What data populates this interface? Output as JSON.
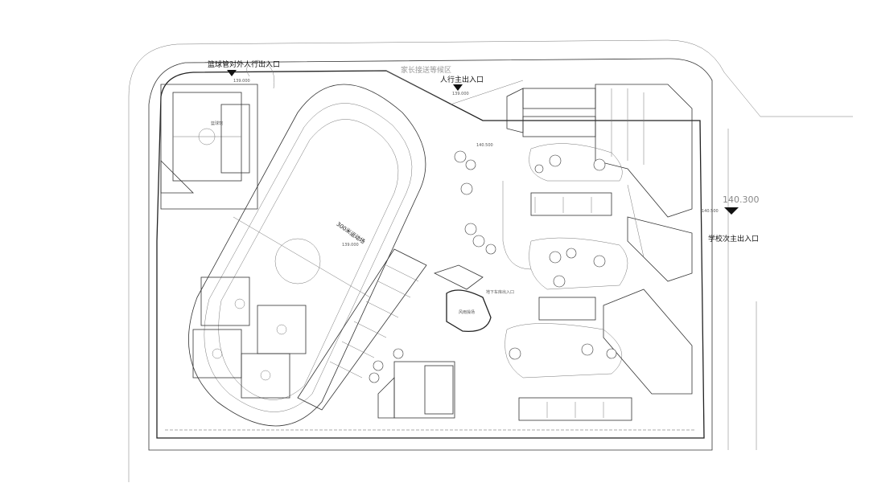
{
  "labels": {
    "basketball_entrance": "篮球管对外人行出入口",
    "parent_waiting": "家长接送等候区",
    "pedestrian_main_entrance": "人行主出入口",
    "secondary_entrance": "学校次主出入口",
    "sports_field": "300米运动场",
    "underground_entrance": "地下车库出入口",
    "central_building": "风雨操场",
    "gym": "篮球馆"
  },
  "elevations": {
    "main_entrance": "139.000",
    "east_road": "140.300",
    "east_gate": "140.500",
    "north_plaza": "140.500",
    "field": "139.000",
    "basketball": "139.000"
  }
}
